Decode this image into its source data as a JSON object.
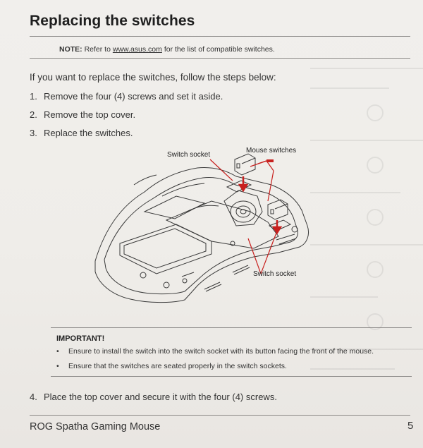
{
  "title": "Replacing the switches",
  "note": {
    "label": "NOTE:",
    "before_link": "Refer to",
    "link": "www.asus.com",
    "after_link": "for the list of compatible switches."
  },
  "intro": "If you want to replace the switches, follow the steps below:",
  "steps": [
    {
      "num": "1.",
      "text": "Remove the four (4) screws and set it aside."
    },
    {
      "num": "2.",
      "text": "Remove the top cover."
    },
    {
      "num": "3.",
      "text": "Replace the switches."
    },
    {
      "num": "4.",
      "text": "Place the top cover and secure it with the four (4) screws."
    }
  ],
  "figure": {
    "labels": [
      "Switch socket",
      "Mouse switches",
      "Switch socket"
    ],
    "colors": {
      "callout": "#c8201e",
      "line": "#3a3a3a"
    }
  },
  "important": {
    "title": "IMPORTANT!",
    "bullet": "•",
    "items": [
      "Ensure to install the switch into the switch socket with its button facing the front of the mouse.",
      "Ensure that the switches are seated properly in the switch sockets."
    ]
  },
  "footer": {
    "product": "ROG Spatha Gaming Mouse",
    "page": "5"
  }
}
